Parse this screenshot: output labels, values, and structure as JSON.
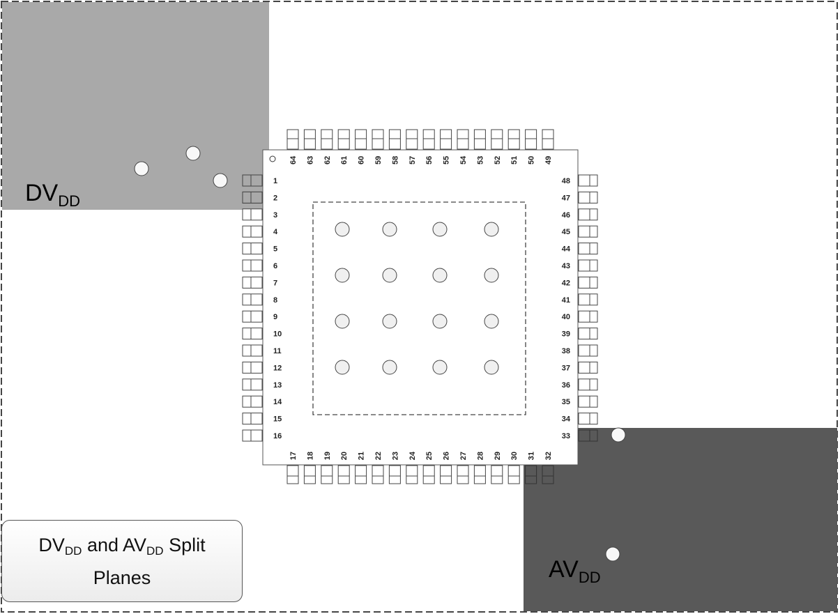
{
  "planes": {
    "dvdd": {
      "main": "DV",
      "sub": "DD",
      "fill": "#a9a9a9"
    },
    "avdd": {
      "main": "AV",
      "sub": "DD",
      "fill": "#595959"
    }
  },
  "caption": {
    "part1": "DV",
    "sub1": "DD",
    "part2": " and AV",
    "sub2": "DD",
    "part3": " Split",
    "line2": "Planes"
  },
  "pins": {
    "left": [
      "1",
      "2",
      "3",
      "4",
      "5",
      "6",
      "7",
      "8",
      "9",
      "10",
      "11",
      "12",
      "13",
      "14",
      "15",
      "16"
    ],
    "bottom": [
      "17",
      "18",
      "19",
      "20",
      "21",
      "22",
      "23",
      "24",
      "25",
      "26",
      "27",
      "28",
      "29",
      "30",
      "31",
      "32"
    ],
    "right": [
      "48",
      "47",
      "46",
      "45",
      "44",
      "43",
      "42",
      "41",
      "40",
      "39",
      "38",
      "37",
      "36",
      "35",
      "34",
      "33"
    ],
    "top": [
      "64",
      "63",
      "62",
      "61",
      "60",
      "59",
      "58",
      "57",
      "56",
      "55",
      "54",
      "53",
      "52",
      "51",
      "50",
      "49"
    ]
  },
  "colors": {
    "outline": "#444444",
    "via": "#f2f2f2"
  }
}
